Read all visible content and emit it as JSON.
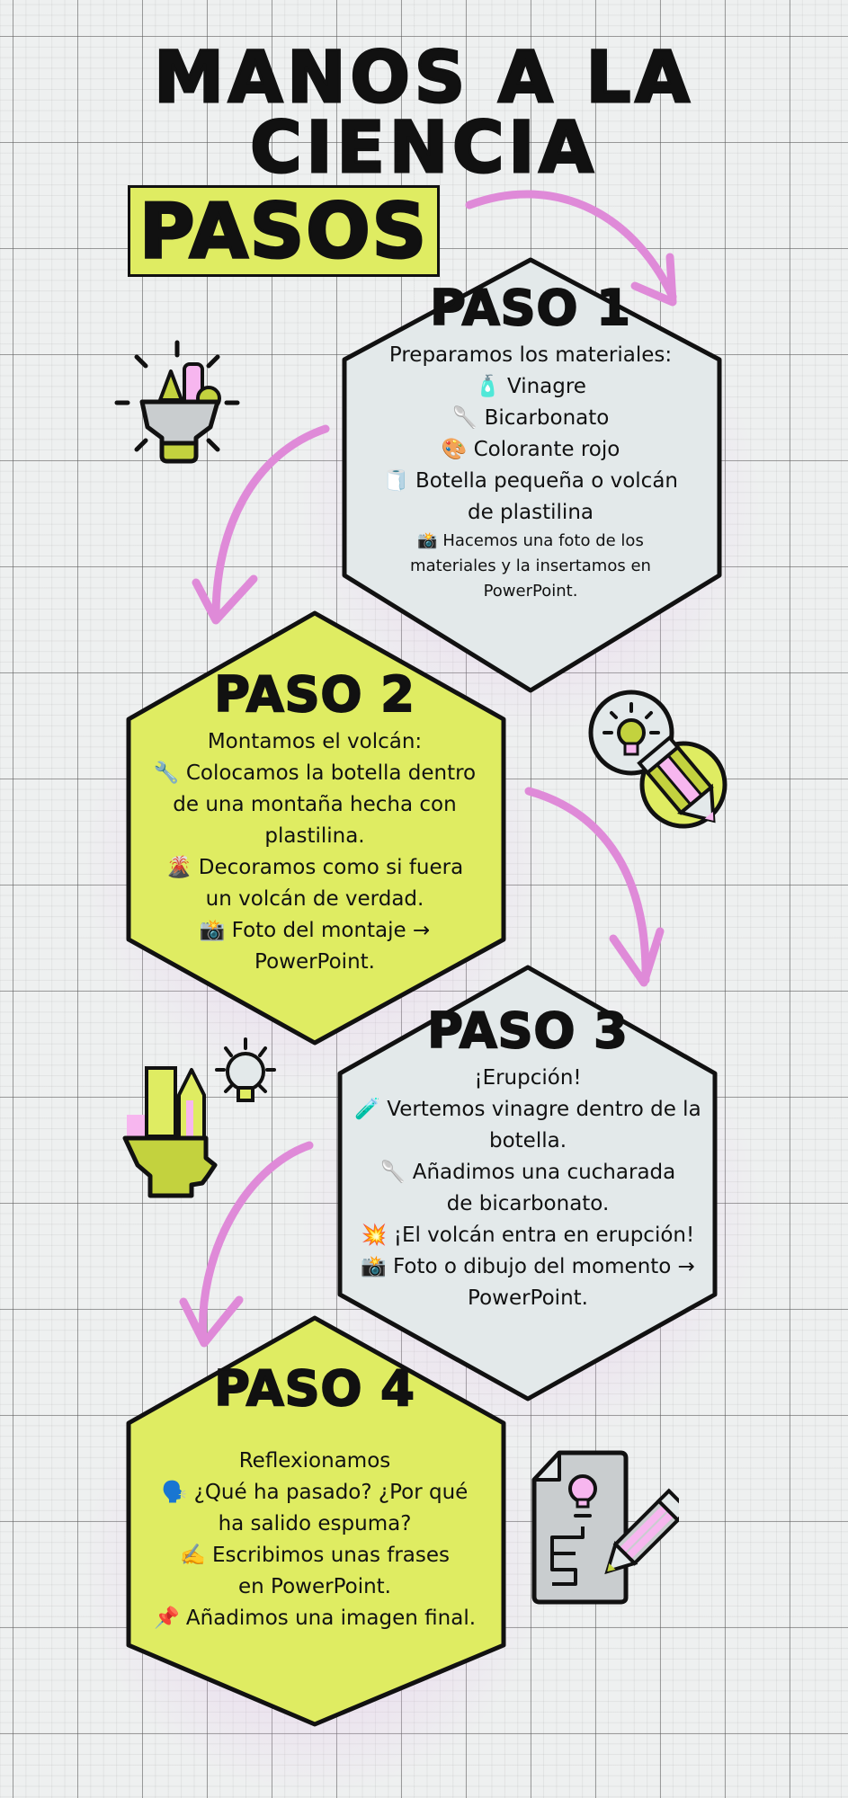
{
  "header": {
    "title": "MANOS A LA CIENCIA",
    "section_label": "PASOS"
  },
  "colors": {
    "lime": "#dfec62",
    "gray_card": "#e3e9ea",
    "arrow_pink": "#df8ad8",
    "outline": "#111111",
    "icon_green": "#c3d23e",
    "icon_pink": "#f7b6ef",
    "icon_gray": "#c9cdcf"
  },
  "steps": [
    {
      "title": "PASO 1",
      "lines": [
        {
          "text": "Preparamos los materiales:"
        },
        {
          "emoji": "🧴",
          "text": "Vinagre"
        },
        {
          "emoji": "🥄",
          "text": "Bicarbonato"
        },
        {
          "emoji": "🎨",
          "text": "Colorante rojo"
        },
        {
          "emoji": "🧻",
          "text": "Botella pequeña o volcán de plastilina"
        },
        {
          "emoji": "📸",
          "text": "Hacemos una foto de los materiales y la insertamos en PowerPoint."
        }
      ]
    },
    {
      "title": "PASO 2",
      "lines": [
        {
          "text": "Montamos el volcán:"
        },
        {
          "emoji": "🔧",
          "text": "Colocamos la botella dentro de una montaña hecha con plastilina."
        },
        {
          "emoji": "🌋",
          "text": "Decoramos como si fuera un volcán de verdad."
        },
        {
          "emoji": "📸",
          "text": "Foto del montaje → PowerPoint."
        }
      ]
    },
    {
      "title": "PASO 3",
      "lines": [
        {
          "text": "¡Erupción!"
        },
        {
          "emoji": "🧪",
          "text": "Vertemos vinagre dentro de la botella."
        },
        {
          "emoji": "🥄",
          "text": "Añadimos una cucharada de bicarbonato."
        },
        {
          "emoji": "💥",
          "text": "¡El volcán entra en erupción!"
        },
        {
          "emoji": "📸",
          "text": "Foto o dibujo del momento → PowerPoint."
        }
      ]
    },
    {
      "title": "PASO 4",
      "lines": [
        {
          "text": "Reflexionamos"
        },
        {
          "emoji": "🗣️",
          "text": "¿Qué ha pasado? ¿Por qué ha salido espuma?"
        },
        {
          "emoji": "✍️",
          "text": "Escribimos unas frases en PowerPoint."
        },
        {
          "emoji": "📌",
          "text": "Añadimos una imagen final."
        }
      ]
    }
  ],
  "decorations": {
    "icons": [
      "lightbulb-funnel-tools-icon",
      "lightbulb-pencil-icon",
      "head-tools-lightbulb-icon",
      "document-idea-pencil-icon"
    ],
    "arrows": [
      "curved-arrow-1",
      "curved-arrow-2",
      "curved-arrow-3",
      "curved-arrow-4"
    ]
  }
}
